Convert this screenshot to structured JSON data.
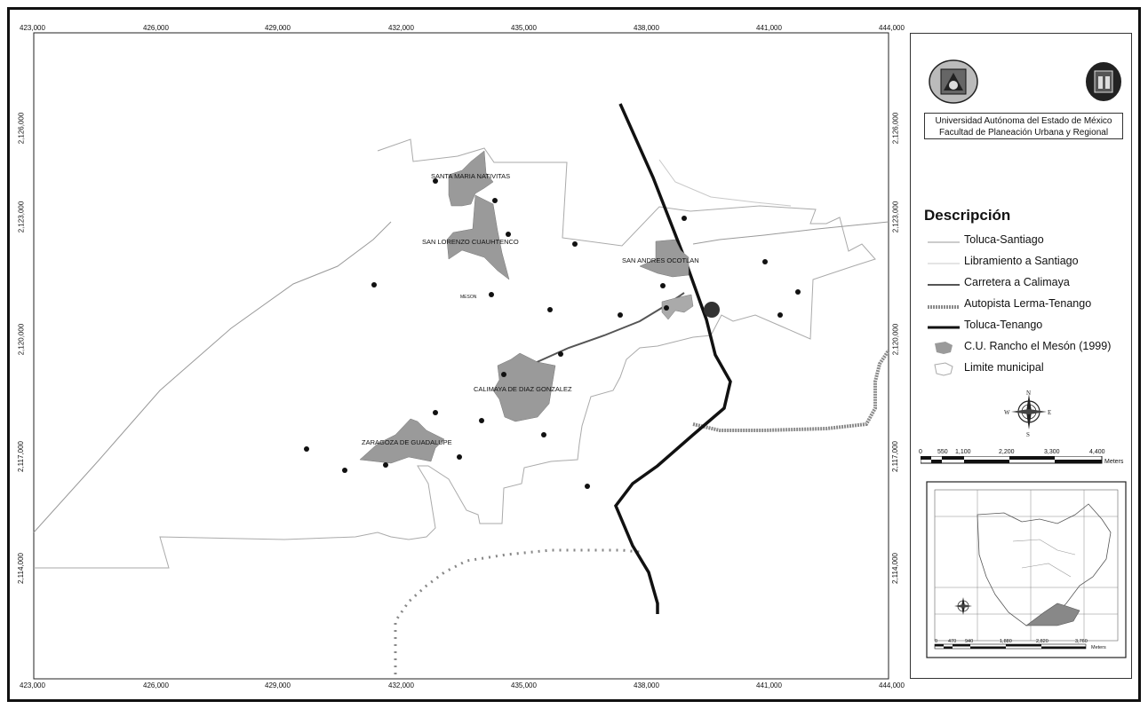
{
  "map": {
    "x_ticks": [
      "423,000",
      "426,000",
      "429,000",
      "432,000",
      "435,000",
      "438,000",
      "441,000",
      "444,000"
    ],
    "y_ticks": [
      "2,126,000",
      "2,123,000",
      "2,120,000",
      "2,117,000",
      "2,114,000"
    ],
    "places": [
      {
        "id": "santa-maria",
        "label": "SANTA MARIA NATIVITAS"
      },
      {
        "id": "san-lorenzo",
        "label": "SAN LORENZO CUAUHTENCO"
      },
      {
        "id": "san-andres",
        "label": "SAN ANDRES OCOTLAN"
      },
      {
        "id": "calimaya",
        "label": "CALIMAYA DE DIAZ GONZALEZ"
      },
      {
        "id": "zaragoza",
        "label": "ZARAGOZA DE GUADALUPE"
      }
    ],
    "minor_label": "MESON"
  },
  "institution": {
    "line1": "Universidad Autónoma del Estado de México",
    "line2": "Facultad de Planeación Urbana y Regional"
  },
  "legend": {
    "title": "Descripción",
    "items": [
      {
        "id": "toluca-santiago",
        "label": "Toluca-Santiago",
        "color": "#9a9a9a"
      },
      {
        "id": "libramiento",
        "label": "Libramiento a Santiago",
        "color": "#c8c8c8"
      },
      {
        "id": "carretera-calimaya",
        "label": "Carretera a Calimaya",
        "color": "#555555"
      },
      {
        "id": "autopista",
        "label": "Autopista Lerma-Tenango",
        "color": "#8a8a8a"
      },
      {
        "id": "toluca-tenango",
        "label": "Toluca-Tenango",
        "color": "#111111"
      },
      {
        "id": "cu-rancho",
        "label": "C.U. Rancho el Mesón (1999)",
        "color": "#9a9a9a"
      },
      {
        "id": "limite",
        "label": "Limite municipal",
        "color": "#aaaaaa"
      }
    ]
  },
  "scale_bar": {
    "ticks": [
      "0",
      "550",
      "1,100",
      "2,200",
      "3,300",
      "4,400"
    ],
    "unit": "Meters"
  },
  "inset": {
    "scale_ticks": [
      "0",
      "470",
      "940",
      "1,880",
      "2,820",
      "3,760"
    ],
    "unit": "Meters"
  },
  "compass": {
    "n": "N",
    "s": "S",
    "e": "E",
    "w": "W"
  }
}
